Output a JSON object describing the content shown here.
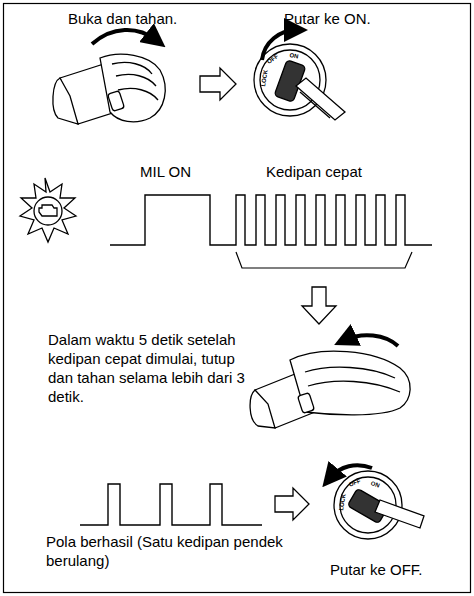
{
  "diagram": {
    "labels": [
      "Buka dan tahan.",
      "Putar ke ON.",
      "OFF",
      "ON",
      "LOCK",
      "MIL ON",
      "Kedipan cepat",
      "Dalam waktu 5 detik setelah kedipan cepat dimulai, tutup dan tahan selama lebih dari 3 detik.",
      "Pola berhasil (Satu kedipan pendek berulang)",
      "OFF",
      "ON",
      "LOCK",
      "Putar ke OFF."
    ]
  }
}
